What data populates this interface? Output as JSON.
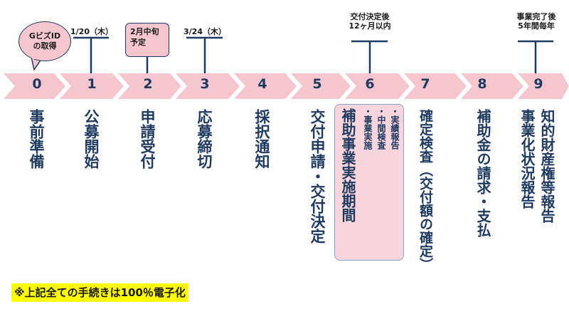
{
  "milestones": {
    "m1": "1/20（木）",
    "m2_line1": "2月中旬",
    "m2_line2": "予定",
    "m3": "3/24（木）",
    "m6_line1": "交付決定後",
    "m6_line2": "12ヶ月以内",
    "m9_line1": "事業完了後",
    "m9_line2": "5年間毎年"
  },
  "gbiz_bubble": {
    "line1": "GビズID",
    "line2": "の取得"
  },
  "steps": [
    {
      "num": "0",
      "label": "事前準備"
    },
    {
      "num": "1",
      "label": "公募開始"
    },
    {
      "num": "2",
      "label": "申請受付"
    },
    {
      "num": "3",
      "label": "応募締切"
    },
    {
      "num": "4",
      "label": "採択通知"
    },
    {
      "num": "5",
      "label": "交付申請・交付決定"
    },
    {
      "num": "6",
      "label": "補助事業実施期間"
    },
    {
      "num": "7",
      "label": "確定検査（交付額の確定）"
    },
    {
      "num": "8",
      "label": "補助金の請求・支払"
    },
    {
      "num": "9",
      "label": "知的財産権等報告"
    }
  ],
  "step9_label2": "事業化状況報告",
  "period_items": [
    "・実績報告",
    "・中間検査",
    "・事業実施"
  ],
  "notice": "※上記全ての手続きは100％電子化",
  "colors": {
    "arrow": "#f6c6cf",
    "text": "#1f3a60",
    "highlight": "#ffff00"
  }
}
